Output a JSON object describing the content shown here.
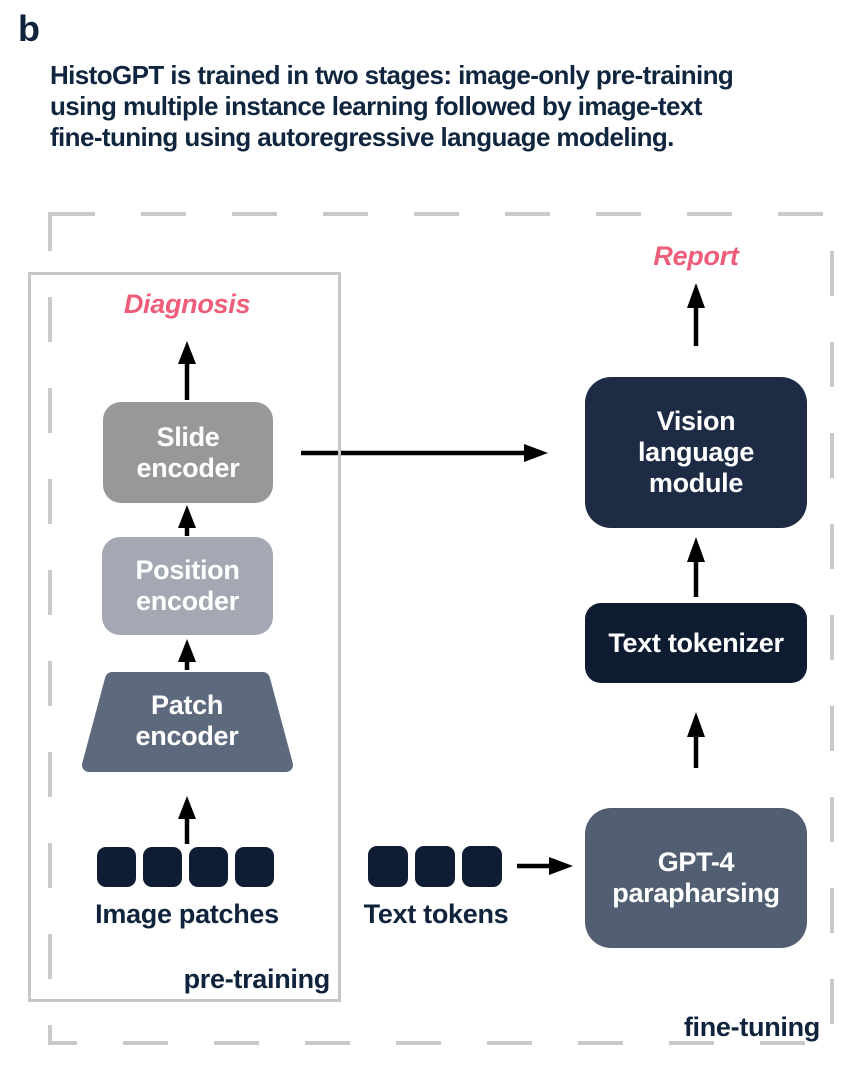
{
  "panel_label": "b",
  "caption_lines": [
    "HistoGPT is trained in two stages: image-only pre-training",
    "using multiple instance learning followed by image-text",
    "fine-tuning using autoregressive language modeling."
  ],
  "diagram": {
    "pretraining_stage_label": "pre-training",
    "finetuning_stage_label": "fine-tuning",
    "diagnosis_output_label": "Diagnosis",
    "report_output_label": "Report",
    "slide_encoder_label": "Slide encoder",
    "position_encoder_label": "Position encoder",
    "patch_encoder_label": "Patch encoder",
    "vision_language_module_label": "Vision language module",
    "text_tokenizer_label": "Text tokenizer",
    "gpt4_paraphrasing_label": "GPT-4 parapharsing",
    "image_patches_label": "Image patches",
    "text_tokens_label": "Text tokens",
    "image_patch_square_count": 4,
    "text_token_square_count": 3
  },
  "colors": {
    "accent_pink": "#ee5e7b",
    "caption_navy": "#10263f",
    "dark_navy_box": "#1d2b44",
    "darker_navy_box": "#0e1c31",
    "token_square_navy": "#0e1d33",
    "slate_box": "#525f73",
    "trapezoid_slate": "#5d6a7d",
    "slide_encoder_gray": "#98989a",
    "position_encoder_gray": "#a3a8b2",
    "border_gray": "#c6c6c6",
    "arrow_black": "#000000"
  }
}
